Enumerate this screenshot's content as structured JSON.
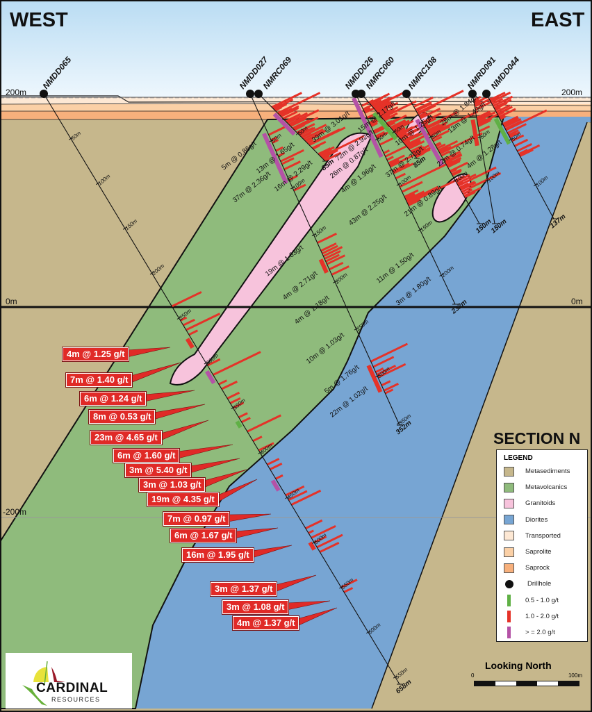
{
  "header": {
    "west": "WEST",
    "east": "EAST"
  },
  "elevations": {
    "top_left": "200m",
    "top_right": "200m",
    "zero_left": "0m",
    "zero_right": "0m",
    "minus200_left": "-200m"
  },
  "colors": {
    "metasediments": "#c6b78c",
    "metavolcanics": "#8fbb7c",
    "granitoids": "#f7c3dc",
    "diorites": "#77a5d3",
    "transported": "#fde8d4",
    "saprolite": "#fbd0a6",
    "saprock": "#f7b07c",
    "low_grade": "#5fb045",
    "mid_grade": "#e53228",
    "high_grade": "#b452a6",
    "sky_top": "#cde6f7"
  },
  "drillholes": [
    {
      "name": "NMDD065",
      "end_label": "658m",
      "depth_m": 658
    },
    {
      "name": "NMDD027",
      "end_label": "352m",
      "depth_m": 352
    },
    {
      "name": "NMRC069",
      "end_label": "85m",
      "depth_m": 85
    },
    {
      "name": "NMDD026",
      "end_label": "232m",
      "depth_m": 232
    },
    {
      "name": "NMRC060",
      "end_label": "85m",
      "depth_m": 85
    },
    {
      "name": "NMRC108",
      "end_label": "150m",
      "depth_m": 150
    },
    {
      "name": "NMRD091",
      "end_label": "150m",
      "depth_m": 150
    },
    {
      "name": "NMDD044",
      "end_label": "137m",
      "depth_m": 137
    }
  ],
  "depth_tick_labels": [
    "50m",
    "100m",
    "150m",
    "200m",
    "250m",
    "300m",
    "350m",
    "400m",
    "450m",
    "500m",
    "550m",
    "600m",
    "650m"
  ],
  "intercept_labels": [
    "5m @ 0.86g/t",
    "13m @ 1.65g/t",
    "37m @ 2.36g/t",
    "16m @ 2.29g/t",
    "39m @ 3.01g/t",
    "72m @ 2.92g/t",
    "26m @ 0.87g/t",
    "4m @ 1.96g/t",
    "15m @ 2.17g/t",
    "10m @ 1.25g/t",
    "37m @ 2.72g/t",
    "43m @ 2.25g/t",
    "21m @ 0.89g/t",
    "28m @ 1.84g/t",
    "13m @ 1.49g/t",
    "22m @ 0.74g/t",
    "4m @ 1.28g/t",
    "19m @ 1.63g/t",
    "4m @ 2.71g/t",
    "11m @ 1.50g/t",
    "3m @ 1.80g/t",
    "4m @ 1.18g/t",
    "10m @ 1.03g/t",
    "5m @ 1.76g/t",
    "22m @ 1.02g/t"
  ],
  "highlight_intercepts": [
    "4m @ 1.25 g/t",
    "7m @ 1.40 g/t",
    "6m @ 1.24 g/t",
    "8m @ 0.53 g/t",
    "23m @ 4.65 g/t",
    "6m @ 1.60 g/t",
    "3m @ 5.40 g/t",
    "3m @ 1.03 g/t",
    "19m @ 4.35 g/t",
    "7m @ 0.97 g/t",
    "6m @ 1.67 g/t",
    "16m @ 1.95 g/t",
    "3m @ 1.37 g/t",
    "3m @ 1.08 g/t",
    "4m @ 1.37 g/t"
  ],
  "section_title": "SECTION N",
  "legend": {
    "title": "LEGEND",
    "items": [
      {
        "label": "Metasediments",
        "kind": "swatch",
        "color": "#c6b78c"
      },
      {
        "label": "Metavolcanics",
        "kind": "swatch",
        "color": "#8fbb7c"
      },
      {
        "label": "Granitoids",
        "kind": "swatch",
        "color": "#f7c3dc"
      },
      {
        "label": "Diorites",
        "kind": "swatch",
        "color": "#77a5d3"
      },
      {
        "label": "Transported",
        "kind": "swatch",
        "color": "#fde8d4"
      },
      {
        "label": "Saprolite",
        "kind": "swatch",
        "color": "#fbd0a6"
      },
      {
        "label": "Saprock",
        "kind": "swatch",
        "color": "#f7b07c"
      },
      {
        "label": "Drillhole",
        "kind": "dot",
        "color": "#111111"
      },
      {
        "label": "0.5 - 1.0  g/t",
        "kind": "bar",
        "color": "#5fb045"
      },
      {
        "label": "1.0 - 2.0 g/t",
        "kind": "bar",
        "color": "#e53228"
      },
      {
        "label": "> = 2.0 g/t",
        "kind": "bar",
        "color": "#b452a6"
      }
    ]
  },
  "scale": {
    "caption": "Looking North",
    "min": "0",
    "max": "100m"
  },
  "logo": {
    "name": "CARDINAL",
    "sub": "RESOURCES"
  }
}
